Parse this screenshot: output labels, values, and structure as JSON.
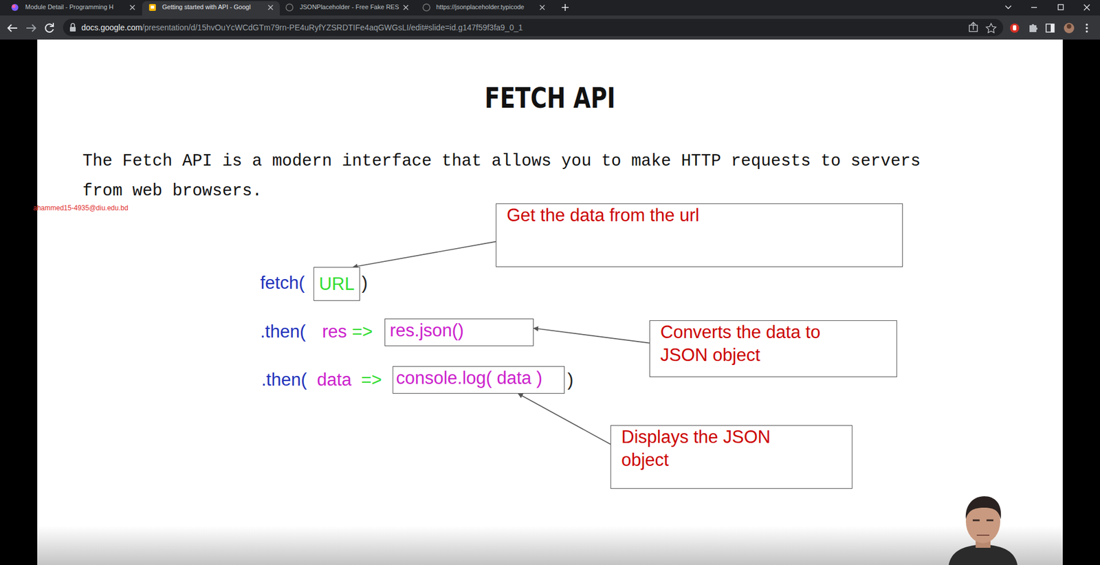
{
  "diagram": {
    "title": "FETCH API",
    "nodes": [
      {
        "text": [
          "Get the data from the url"
        ]
      },
      {
        "text": [
          "URL"
        ]
      },
      {
        "text": [
          "res.json()"
        ]
      },
      {
        "text": [
          "Converts the data to JSON object"
        ]
      },
      {
        "text": [
          "console.log( data )"
        ]
      },
      {
        "text": [
          "Displays the JSON object"
        ]
      }
    ],
    "edges": [
      {
        "from": 0,
        "to": 1,
        "arrow": "to"
      },
      {
        "from": 3,
        "to": 2,
        "arrow": "to"
      },
      {
        "from": 5,
        "to": 4,
        "arrow": "to"
      }
    ],
    "labels": [
      "Module Detail - Programming H",
      "Getting started with API - Googl",
      "JSONPlaceholder - Free Fake RES",
      "https://jsonplaceholder.typicode",
      "docs.google.com",
      "/presentation/d/15hvOuYcWCdGTm79rn-PE4uRyfYZSRDTIFe4aqGWGsLI/edit#slide=id.g147f59f3fa9_0_1",
      "The Fetch API is a modern interface that allows you to make HTTP requests to servers from web browsers.",
      "ahammed15-4935@diu.edu.bd",
      "fetch(",
      ")",
      ".then(",
      "res",
      "=>",
      ")",
      ".then(",
      "data",
      "=>",
      ")"
    ]
  }
}
